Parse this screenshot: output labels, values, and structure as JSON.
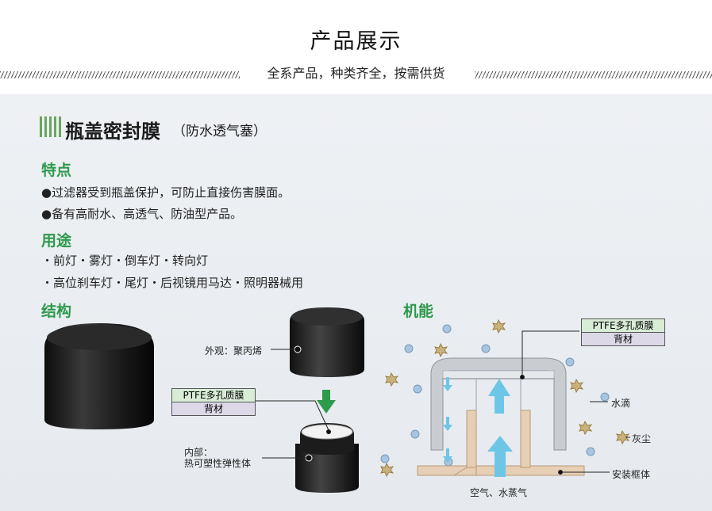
{
  "header": {
    "title": "产品展示",
    "subtitle": "全系产品，种类齐全，按需供货"
  },
  "product": {
    "title": "瓶盖密封膜",
    "title_note": "（防水透气塞）",
    "features_heading": "特点",
    "features": [
      "●过滤器受到瓶盖保护，可防止直接伤害膜面。",
      "●备有高耐水、高透气、防油型产品。"
    ],
    "uses_heading": "用途",
    "uses": [
      "・前灯・雾灯・倒车灯・转向灯",
      "・高位刹车灯・尾灯・后视镜用马达・照明器械用"
    ],
    "structure_heading": "结构",
    "function_heading": "机能"
  },
  "structure": {
    "exterior_label": "外观：聚丙烯",
    "membrane_label": "PTFE多孔质膜",
    "backing_label": "背材",
    "interior_label_1": "内部：",
    "interior_label_2": "热可塑性弹性体"
  },
  "function": {
    "membrane_label": "PTFE多孔质膜",
    "backing_label": "背材",
    "water_label": "水滴",
    "dust_label": "灰尘",
    "frame_label": "安装框体",
    "air_label": "空气、水蒸气"
  },
  "colors": {
    "accent_green": "#2e9a4c",
    "arrow_blue": "#6ec6e6",
    "frame_tan": "#e6cfb4",
    "panel": "#eceff2"
  }
}
